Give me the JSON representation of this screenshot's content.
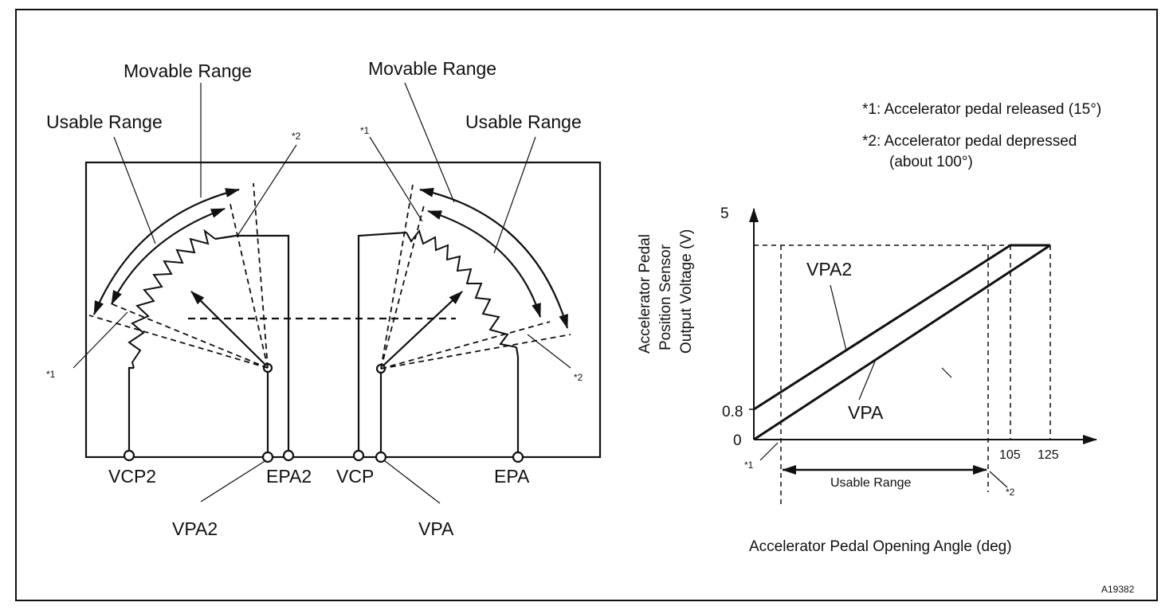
{
  "labels": {
    "movable_range_left": "Movable Range",
    "movable_range_right": "Movable Range",
    "usable_range_left": "Usable Range",
    "usable_range_right": "Usable Range",
    "mark1_left": "*1",
    "mark2_left": "*2",
    "mark1_right": "*1",
    "mark2_right": "*2",
    "vcp2": "VCP2",
    "epa2": "EPA2",
    "vcp": "VCP",
    "epa": "EPA",
    "vpa2": "VPA2",
    "vpa": "VPA"
  },
  "legend": {
    "note1": "*1: Accelerator pedal released (15°)",
    "note2_line1": "*2: Accelerator pedal depressed",
    "note2_line2": "(about 100°)"
  },
  "graph": {
    "ylabel_line1": "Accelerator Pedal",
    "ylabel_line2": "Position Sensor",
    "ylabel_line3": "Output Voltage (V)",
    "xlabel": "Accelerator Pedal Opening Angle (deg)",
    "tick_y_5": "5",
    "tick_y_08": "0.8",
    "tick_y_0": "0",
    "tick_x_105": "105",
    "tick_x_125": "125",
    "series_vpa2": "VPA2",
    "series_vpa": "VPA",
    "usable_range": "Usable Range",
    "mark1": "*1",
    "mark2": "*2"
  },
  "figure_code": "A19382"
}
